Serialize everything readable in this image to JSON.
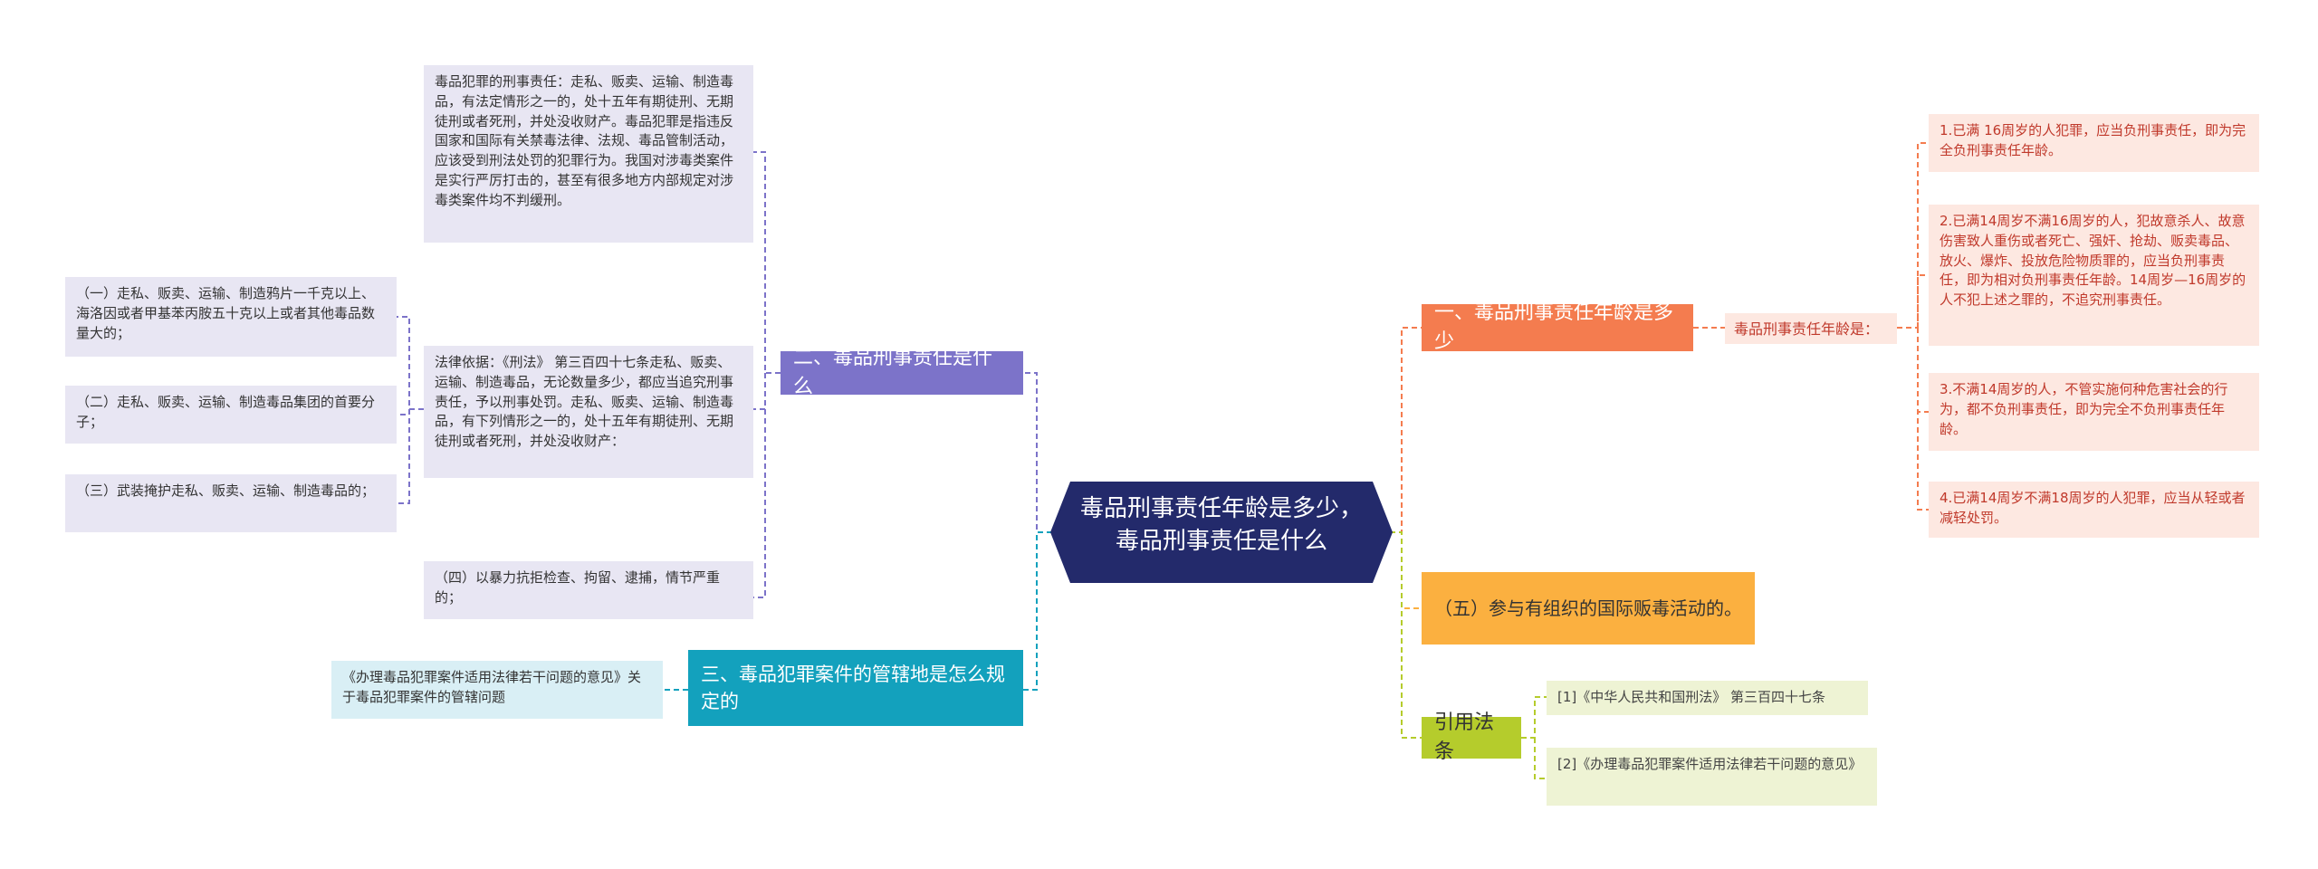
{
  "center": {
    "title": "毒品刑事责任年龄是多少，毒品刑事责任是什么"
  },
  "branches": {
    "b1": {
      "label": "一、毒品刑事责任年龄是多少"
    },
    "b2": {
      "label": "二、毒品刑事责任是什么"
    },
    "b3": {
      "label": "三、毒品犯罪案件的管辖地是怎么规定的"
    },
    "b5": {
      "label": "（五）参与有组织的国际贩毒活动的。"
    },
    "ref": {
      "label": "引用法条"
    }
  },
  "b1_children": {
    "mid": "毒品刑事责任年龄是：",
    "leaves": [
      "1.已满 16周岁的人犯罪，应当负刑事责任，即为完全负刑事责任年龄。",
      "2.已满14周岁不满16周岁的人，犯故意杀人、故意伤害致人重伤或者死亡、强奸、抢劫、贩卖毒品、放火、爆炸、投放危险物质罪的，应当负刑事责任，即为相对负刑事责任年龄。14周岁—16周岁的人不犯上述之罪的，不追究刑事责任。",
      "3.不满14周岁的人，不管实施何种危害社会的行为，都不负刑事责任，即为完全不负刑事责任年龄。",
      "4.已满14周岁不满18周岁的人犯罪，应当从轻或者减轻处罚。"
    ]
  },
  "b2_children": {
    "top": "毒品犯罪的刑事责任：走私、贩卖、运输、制造毒品，有法定情形之一的，处十五年有期徒刑、无期徒刑或者死刑，并处没收财产。毒品犯罪是指违反国家和国际有关禁毒法律、法规、毒品管制活动，应该受到刑法处罚的犯罪行为。我国对涉毒类案件是实行严厉打击的，甚至有很多地方内部规定对涉毒类案件均不判缓刑。",
    "law": "法律依据：《刑法》 第三百四十七条走私、贩卖、运输、制造毒品，无论数量多少，都应当追究刑事责任，予以刑事处罚。走私、贩卖、运输、制造毒品，有下列情形之一的，处十五年有期徒刑、无期徒刑或者死刑，并处没收财产：",
    "law_items": [
      "（一）走私、贩卖、运输、制造鸦片一千克以上、海洛因或者甲基苯丙胺五十克以上或者其他毒品数量大的；",
      "（二）走私、贩卖、运输、制造毒品集团的首要分子；",
      "（三）武装掩护走私、贩卖、运输、制造毒品的；"
    ],
    "item4": "（四）以暴力抗拒检查、拘留、逮捕，情节严重的；"
  },
  "b3_children": {
    "leaf": "《办理毒品犯罪案件适用法律若干问题的意见》关于毒品犯罪案件的管辖问题"
  },
  "ref_children": [
    "[1]《中华人民共和国刑法》 第三百四十七条",
    "[2]《办理毒品犯罪案件适用法律若干问题的意见》"
  ],
  "colors": {
    "center": "#232a6b",
    "b1": "#f47c4f",
    "b2": "#7c73c9",
    "b3": "#13a1bd",
    "b5": "#fbb040",
    "ref": "#b5cc2c"
  }
}
